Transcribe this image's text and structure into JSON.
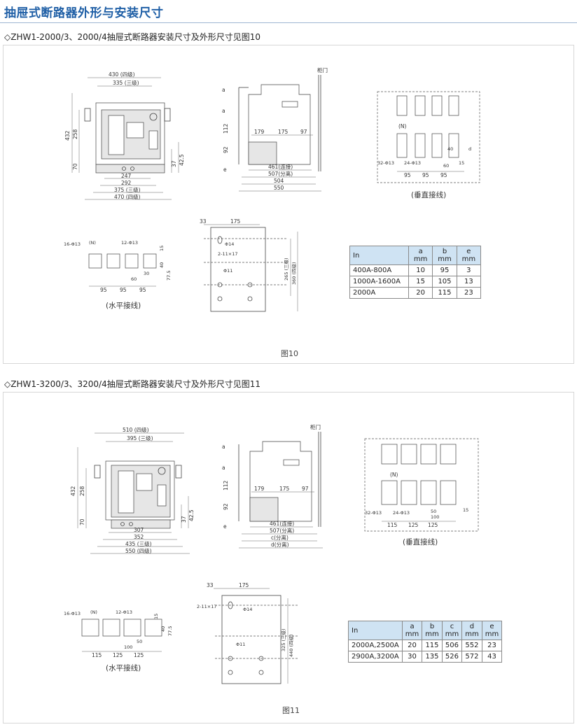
{
  "page": {
    "title": "抽屉式断路器外形与安装尺寸"
  },
  "section1": {
    "heading": "◇ZHW1-2000/3、2000/4抽屉式断路器安装尺寸及外形尺寸见图10",
    "figure_label": "图10",
    "front": {
      "dims": [
        "430 (四级)",
        "335 (三级)",
        "432",
        "258",
        "70",
        "37",
        "42.5",
        "247",
        "292",
        "375 (三级)",
        "470 (四级)"
      ]
    },
    "side": {
      "door_label": "柜门",
      "dims": [
        "a",
        "a",
        "112",
        "92",
        "e",
        "179",
        "175",
        "97",
        "461(连接)",
        "507(分离)",
        "504",
        "550"
      ]
    },
    "vertical": {
      "caption": "(垂直接线)",
      "dims": [
        "(N)",
        "32-Φ13",
        "24-Φ13",
        "40",
        "60",
        "15",
        "d",
        "95",
        "95",
        "95"
      ]
    },
    "horizontal": {
      "caption": "(水平接线)",
      "dims": [
        "16-Φ13",
        "(N)",
        "12-Φ13",
        "15",
        "40",
        "30",
        "60",
        "77.5",
        "95",
        "95",
        "95"
      ]
    },
    "mounting": {
      "dims": [
        "33",
        "175",
        "Φ14",
        "2-11×17",
        "Φ11",
        "265 (三级)",
        "360 (四级)"
      ]
    },
    "table": {
      "headers": [
        "In",
        "a",
        "b",
        "e"
      ],
      "units": [
        "",
        "mm",
        "mm",
        "mm"
      ],
      "rows": [
        [
          "400A-800A",
          "10",
          "95",
          "3"
        ],
        [
          "1000A-1600A",
          "15",
          "105",
          "13"
        ],
        [
          "2000A",
          "20",
          "115",
          "23"
        ]
      ]
    }
  },
  "section2": {
    "heading": "◇ZHW1-3200/3、3200/4抽屉式断路器安装尺寸及外形尺寸见图11",
    "figure_label": "图11",
    "front": {
      "dims": [
        "510 (四级)",
        "395 (三级)",
        "432",
        "258",
        "70",
        "37",
        "42.5",
        "307",
        "352",
        "435 (三级)",
        "550 (四级)"
      ]
    },
    "side": {
      "door_label": "柜门",
      "dims": [
        "a",
        "a",
        "112",
        "92",
        "e",
        "179",
        "175",
        "97",
        "461(连接)",
        "507(分离)",
        "c(分离)",
        "d(分离)"
      ]
    },
    "vertical": {
      "caption": "(垂直接线)",
      "dims": [
        "(N)",
        "32-Φ13",
        "24-Φ13",
        "50",
        "100",
        "15",
        "115",
        "125",
        "125"
      ]
    },
    "horizontal": {
      "caption": "(水平接线)",
      "dims": [
        "16-Φ13",
        "(N)",
        "12-Φ13",
        "15",
        "40",
        "50",
        "100",
        "77.5",
        "115",
        "125",
        "125"
      ]
    },
    "mounting": {
      "dims": [
        "33",
        "175",
        "2-11×17",
        "Φ14",
        "Φ11",
        "325 (三级)",
        "440 (四级)"
      ]
    },
    "table": {
      "headers": [
        "In",
        "a",
        "b",
        "c",
        "d",
        "e"
      ],
      "units": [
        "",
        "mm",
        "mm",
        "mm",
        "mm",
        "mm"
      ],
      "rows": [
        [
          "2000A,2500A",
          "20",
          "115",
          "506",
          "552",
          "23"
        ],
        [
          "2900A,3200A",
          "30",
          "135",
          "526",
          "572",
          "43"
        ]
      ]
    }
  }
}
